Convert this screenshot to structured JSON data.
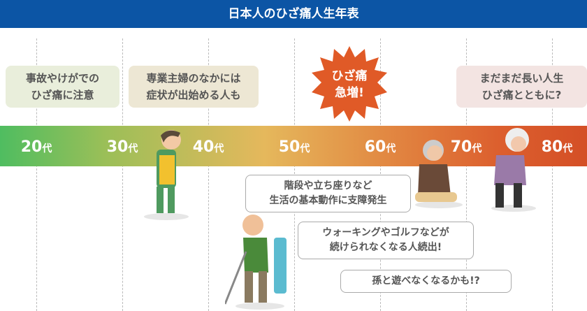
{
  "title": "日本人のひざ痛人生年表",
  "ages": [
    "20",
    "30",
    "40",
    "50",
    "60",
    "70",
    "80"
  ],
  "age_suffix": "代",
  "top_boxes": [
    {
      "line1": "事故やけがでの",
      "line2": "ひざ痛に注意",
      "color": "#e9eedb"
    },
    {
      "line1": "専業主婦のなかには",
      "line2": "症状が出始める人も",
      "color": "#ede7d4"
    },
    {
      "line1": "まだまだ長い人生",
      "line2": "ひざ痛とともに?",
      "color": "#f3e4e2"
    }
  ],
  "burst": {
    "line1": "ひざ痛",
    "line2": "急増!",
    "color": "#e05a27"
  },
  "callouts": [
    {
      "line1": "階段や立ち座りなど",
      "line2": "生活の基本動作に支障発生"
    },
    {
      "line1": "ウォーキングやゴルフなどが",
      "line2": "続けられなくなる人続出!"
    },
    {
      "line1": "孫と遊べなくなるかも!?"
    }
  ]
}
